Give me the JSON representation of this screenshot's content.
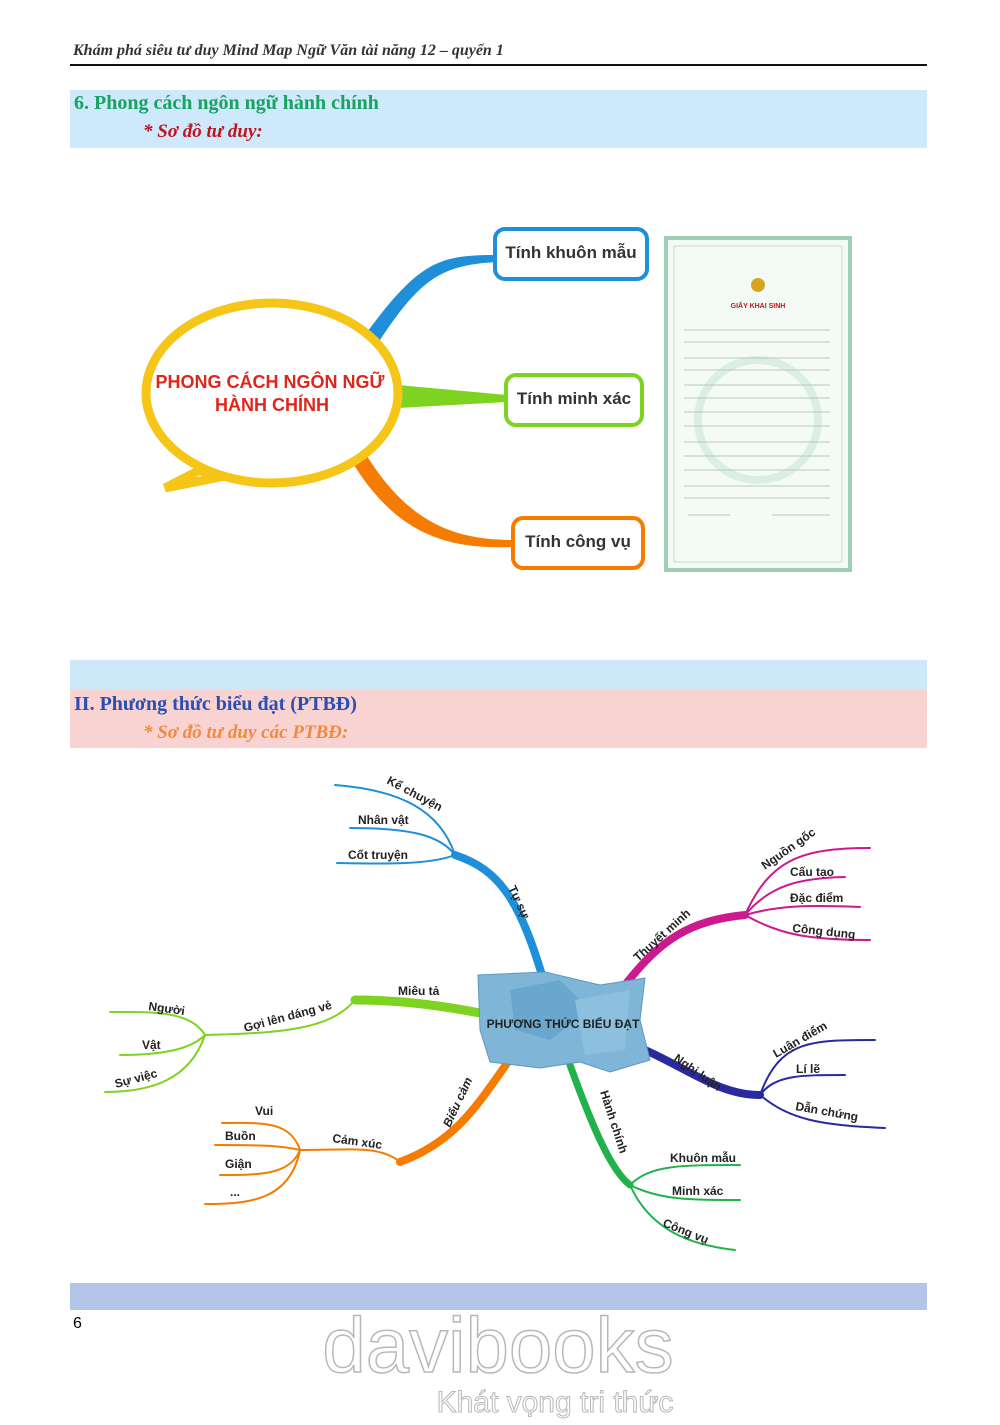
{
  "header": {
    "running_title": "Khám phá siêu tư duy Mind Map Ngữ Văn tài năng 12 – quyển 1"
  },
  "section1": {
    "heading": "6. Phong cách ngôn ngữ hành chính",
    "subheading": "* Sơ đồ tư duy:",
    "mindmap": {
      "center_line1": "PHONG CÁCH NGÔN NGỮ",
      "center_line2": "HÀNH CHÍNH",
      "branches": [
        {
          "label": "Tính khuôn mẫu",
          "color": "#1e8fd8"
        },
        {
          "label": "Tính minh xác",
          "color": "#7ed321"
        },
        {
          "label": "Tính công vụ",
          "color": "#f57c00"
        }
      ],
      "document_image": {
        "title": "GIẤY KHAI SINH"
      }
    }
  },
  "section2": {
    "heading": "II. Phương thức biểu đạt (PTBĐ)",
    "subheading": "* Sơ đồ tư duy các PTBĐ:",
    "mindmap": {
      "center": "PHƯƠNG THỨC BIỂU ĐẠT",
      "tu_su": {
        "label": "Tự sự",
        "children": [
          "Kể chuyện",
          "Nhân vật",
          "Cốt truyện"
        ]
      },
      "thuyet_minh": {
        "label": "Thuyết minh",
        "children": [
          "Nguồn gốc",
          "Cấu tạo",
          "Đặc điểm",
          "Công dụng"
        ]
      },
      "mieu_ta": {
        "label": "Miêu tả",
        "sub": "Gợi lên dáng vẻ",
        "children": [
          "Người",
          "Vật",
          "Sự việc"
        ]
      },
      "nghi_luan": {
        "label": "Nghị luận",
        "children": [
          "Luận điểm",
          "Lí lẽ",
          "Dẫn chứng"
        ]
      },
      "bieu_cam": {
        "label": "Biểu cảm",
        "sub": "Cảm xúc",
        "children": [
          "Vui",
          "Buồn",
          "Giận",
          "..."
        ]
      },
      "hanh_chinh": {
        "label": "Hành chính",
        "children": [
          "Khuôn mẫu",
          "Minh xác",
          "Công vụ"
        ]
      }
    }
  },
  "footer": {
    "page_number": "6",
    "watermark_brand": "davibooks",
    "watermark_slogan": "Khát vọng tri thức"
  }
}
